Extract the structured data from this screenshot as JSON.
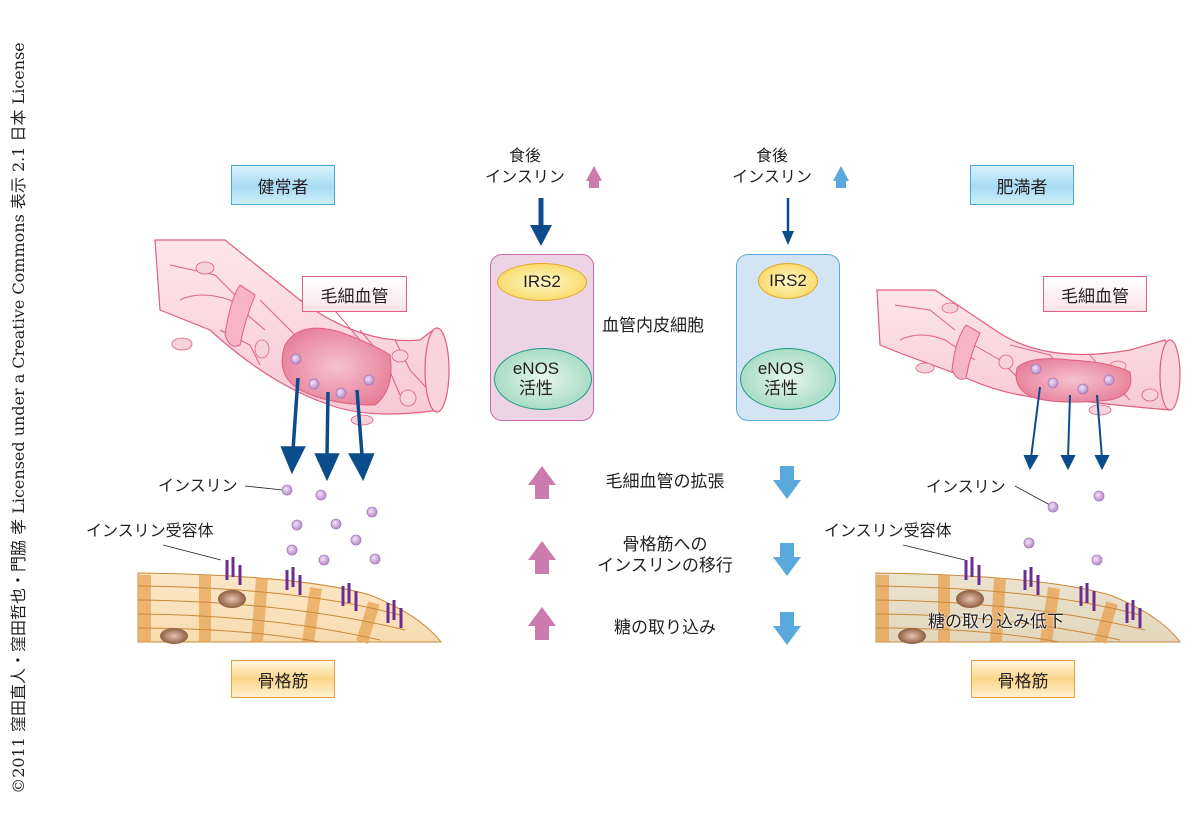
{
  "credit": "©2011 窪田直人・窪田哲也・門脇 孝 Licensed under a Creative Commons 表示 2.1 日本 License",
  "left_panel": {
    "title": "健常者",
    "capillary_label": "毛細血管",
    "insulin_label": "インスリン",
    "receptor_label": "インスリン受容体",
    "muscle_label": "骨格筋"
  },
  "right_panel": {
    "title": "肥満者",
    "capillary_label": "毛細血管",
    "insulin_label": "インスリン",
    "receptor_label": "インスリン受容体",
    "muscle_label": "骨格筋",
    "muscle_annotation": "糖の取り込み低下"
  },
  "center": {
    "left_input": {
      "line1": "食後",
      "line2": "インスリン",
      "trend": "up"
    },
    "right_input": {
      "line1": "食後",
      "line2": "インスリン",
      "trend": "up"
    },
    "endothelial_label": "血管内皮細胞",
    "left_cell": {
      "irs2": "IRS2",
      "enos_line1": "eNOS",
      "enos_line2": "活性",
      "trend": "up"
    },
    "right_cell": {
      "irs2": "IRS2",
      "enos_line1": "eNOS",
      "enos_line2": "活性",
      "trend": "down"
    },
    "effects": [
      {
        "label": "毛細血管の拡張",
        "healthy": "up",
        "obese": "down"
      },
      {
        "label_line1": "骨格筋への",
        "label_line2": "インスリンの移行",
        "healthy": "up",
        "obese": "down"
      },
      {
        "label": "糖の取り込み",
        "healthy": "up",
        "obese": "down"
      }
    ]
  },
  "colors": {
    "healthy_arrow": "#cc7bad",
    "obese_arrow": "#5aa9dc",
    "signal_arrow": "#0b4d8c",
    "healthy_cell_fill": "#ecd4e6",
    "obese_cell_fill": "#d3e4f5",
    "insulin_dot": "#c9a2d6",
    "receptor": "#6b2d8f"
  }
}
